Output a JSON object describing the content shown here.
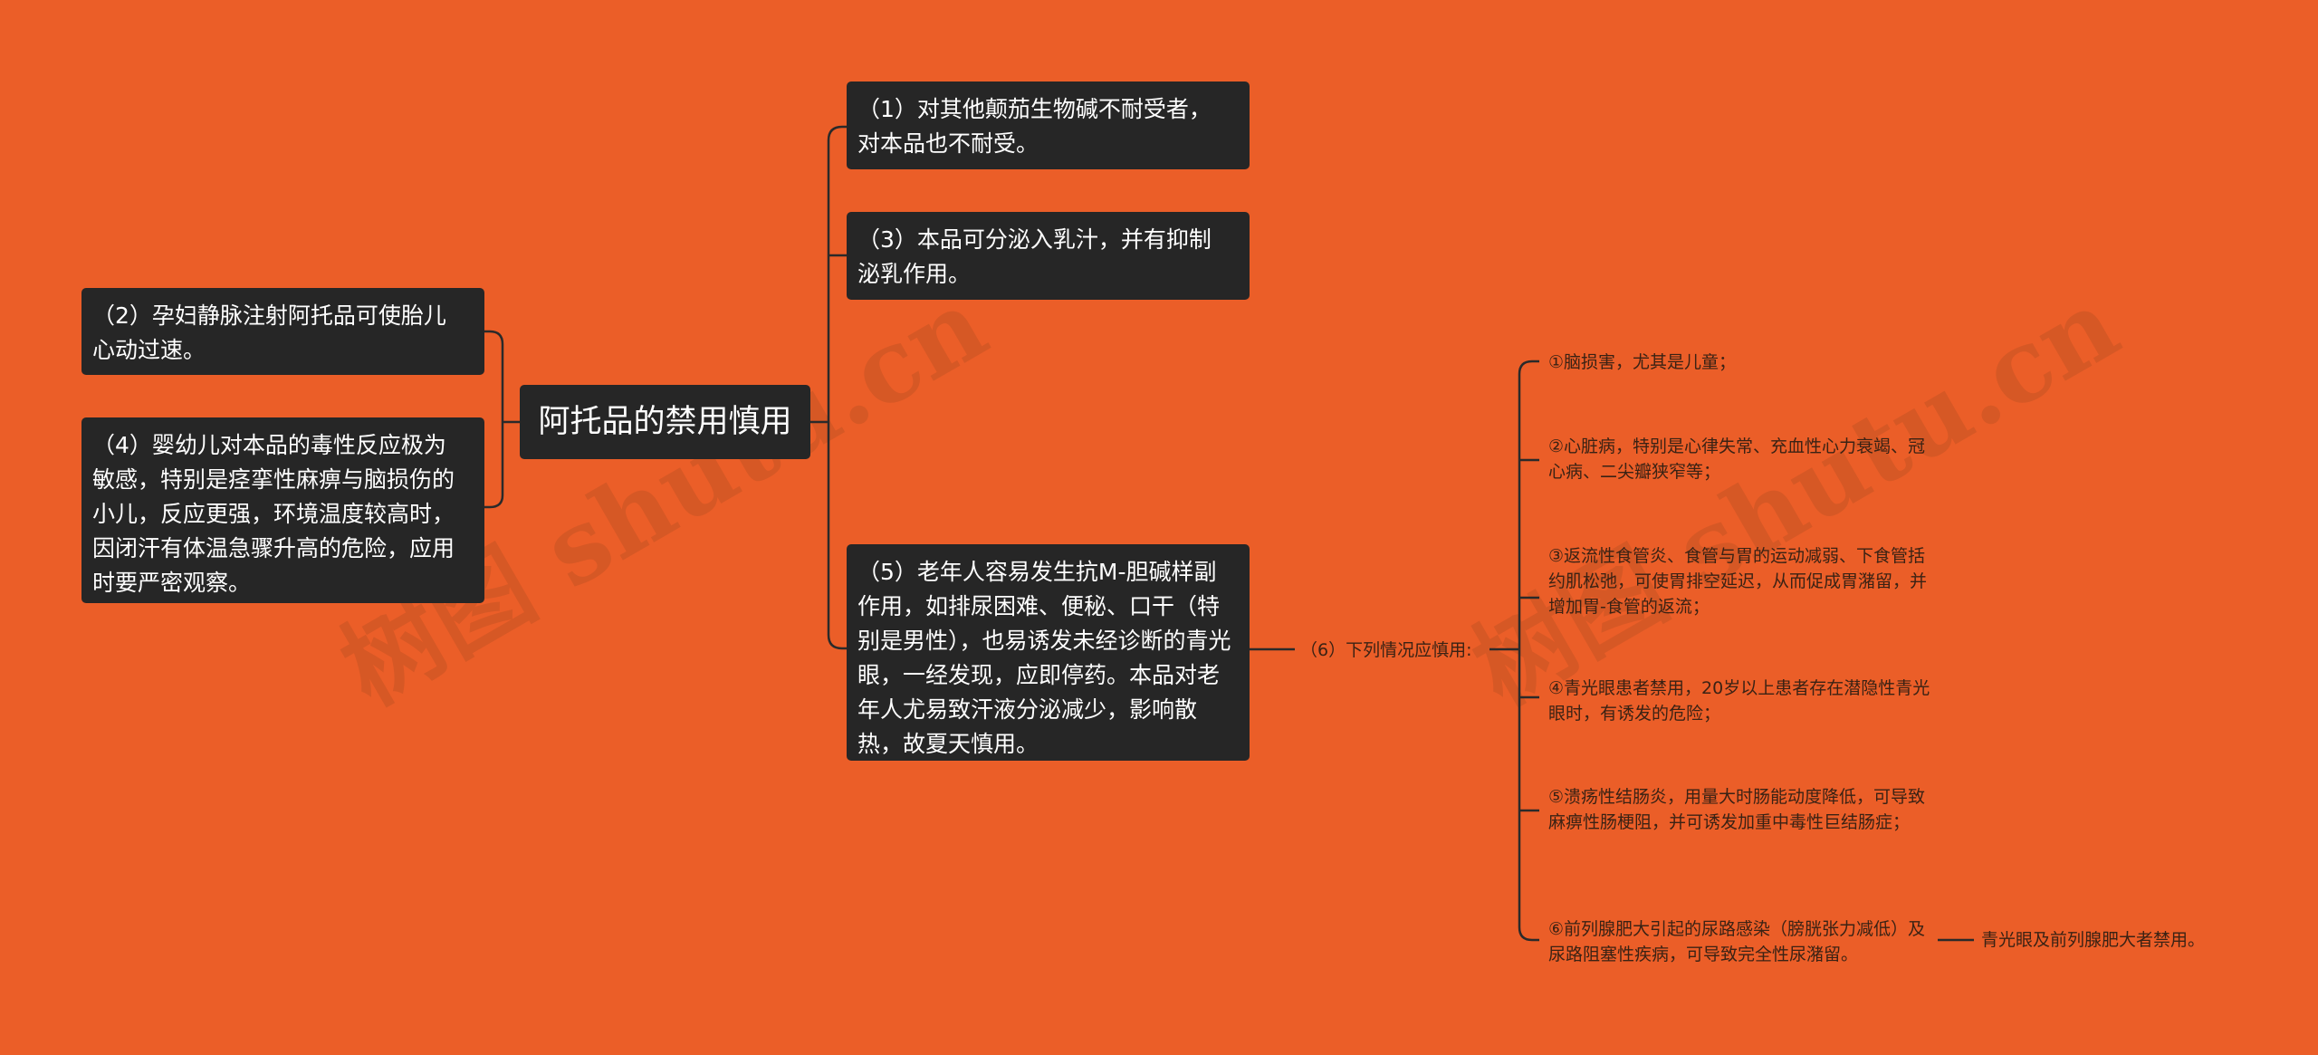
{
  "root": {
    "label": "阿托品的禁用慎用"
  },
  "left_nodes": [
    {
      "text": "（2）孕妇静脉注射阿托品可使胎儿心动过速。"
    },
    {
      "text": "（4）婴幼儿对本品的毒性反应极为敏感，特别是痉挛性麻痹与脑损伤的小儿，反应更强，环境温度较高时，因闭汗有体温急骤升高的危险，应用时要严密观察。"
    }
  ],
  "right_nodes": [
    {
      "text": "（1）对其他颠茄生物碱不耐受者，对本品也不耐受。"
    },
    {
      "text": "（3）本品可分泌入乳汁，并有抑制泌乳作用。"
    },
    {
      "text": "（5）老年人容易发生抗M-胆碱样副作用，如排尿困难、便秘、口干（特别是男性），也易诱发未经诊断的青光眼，一经发现，应即停药。本品对老年人尤易致汗液分泌减少，影响散热，故夏天慎用。"
    }
  ],
  "branch6": {
    "label": "（6）下列情况应慎用:",
    "items": [
      "①脑损害，尤其是儿童；",
      "②心脏病，特别是心律失常、充血性心力衰竭、冠心病、二尖瓣狭窄等；",
      "③返流性食管炎、食管与胃的运动减弱、下食管括约肌松弛，可使胃排空延迟，从而促成胃潴留，并增加胃-食管的返流；",
      "④青光眼患者禁用，20岁以上患者存在潜隐性青光眼时，有诱发的危险；",
      "⑤溃疡性结肠炎，用量大时肠能动度降低，可导致麻痹性肠梗阻，并可诱发加重中毒性巨结肠症；",
      "⑥前列腺肥大引起的尿路感染（膀胱张力减低）及尿路阻塞性疾病，可导致完全性尿潴留。"
    ],
    "item6_child": "青光眼及前列腺肥大者禁用。"
  },
  "watermarks": [
    "树图 shutu.cn",
    "树图 shutu.cn"
  ],
  "colors": {
    "background": "#EB5E28",
    "node_fill": "#262626",
    "node_text": "#FFFFFF",
    "line": "#2A2A2A",
    "leaf_text": "#3A2214"
  }
}
